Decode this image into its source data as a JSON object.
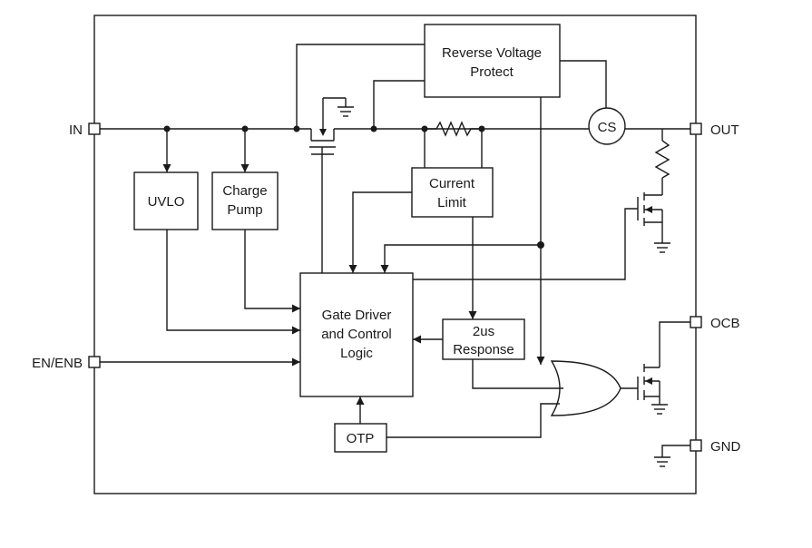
{
  "pins": {
    "in": "IN",
    "out": "OUT",
    "ocb": "OCB",
    "en": "EN/ENB",
    "gnd": "GND"
  },
  "blocks": {
    "rvp": [
      "Reverse Voltage",
      "Protect"
    ],
    "uvlo": "UVLO",
    "pump": [
      "Charge",
      "Pump"
    ],
    "climit": [
      "Current",
      "Limit"
    ],
    "gate": [
      "Gate Driver",
      "and Control",
      "Logic"
    ],
    "resp": [
      "2us",
      "Response"
    ],
    "otp": "OTP",
    "cs": "CS"
  },
  "colors": {
    "line": "#1a1a1a",
    "background": "#ffffff"
  }
}
